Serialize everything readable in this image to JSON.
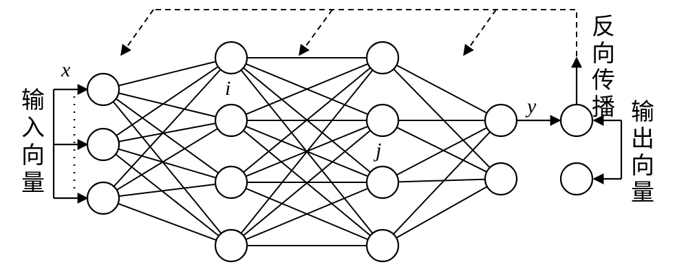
{
  "labels": {
    "x": "x",
    "i": "i",
    "j": "j",
    "y": "y",
    "input_vector": [
      "输",
      "入",
      "向",
      "量"
    ],
    "output_vector": [
      "输",
      "出",
      "向",
      "量"
    ],
    "backprop": [
      "反",
      "向",
      "传",
      "播"
    ]
  },
  "layers": {
    "input_count": 3,
    "hidden1_count": 4,
    "hidden2_count": 4,
    "output_count": 2,
    "target_count": 2
  }
}
